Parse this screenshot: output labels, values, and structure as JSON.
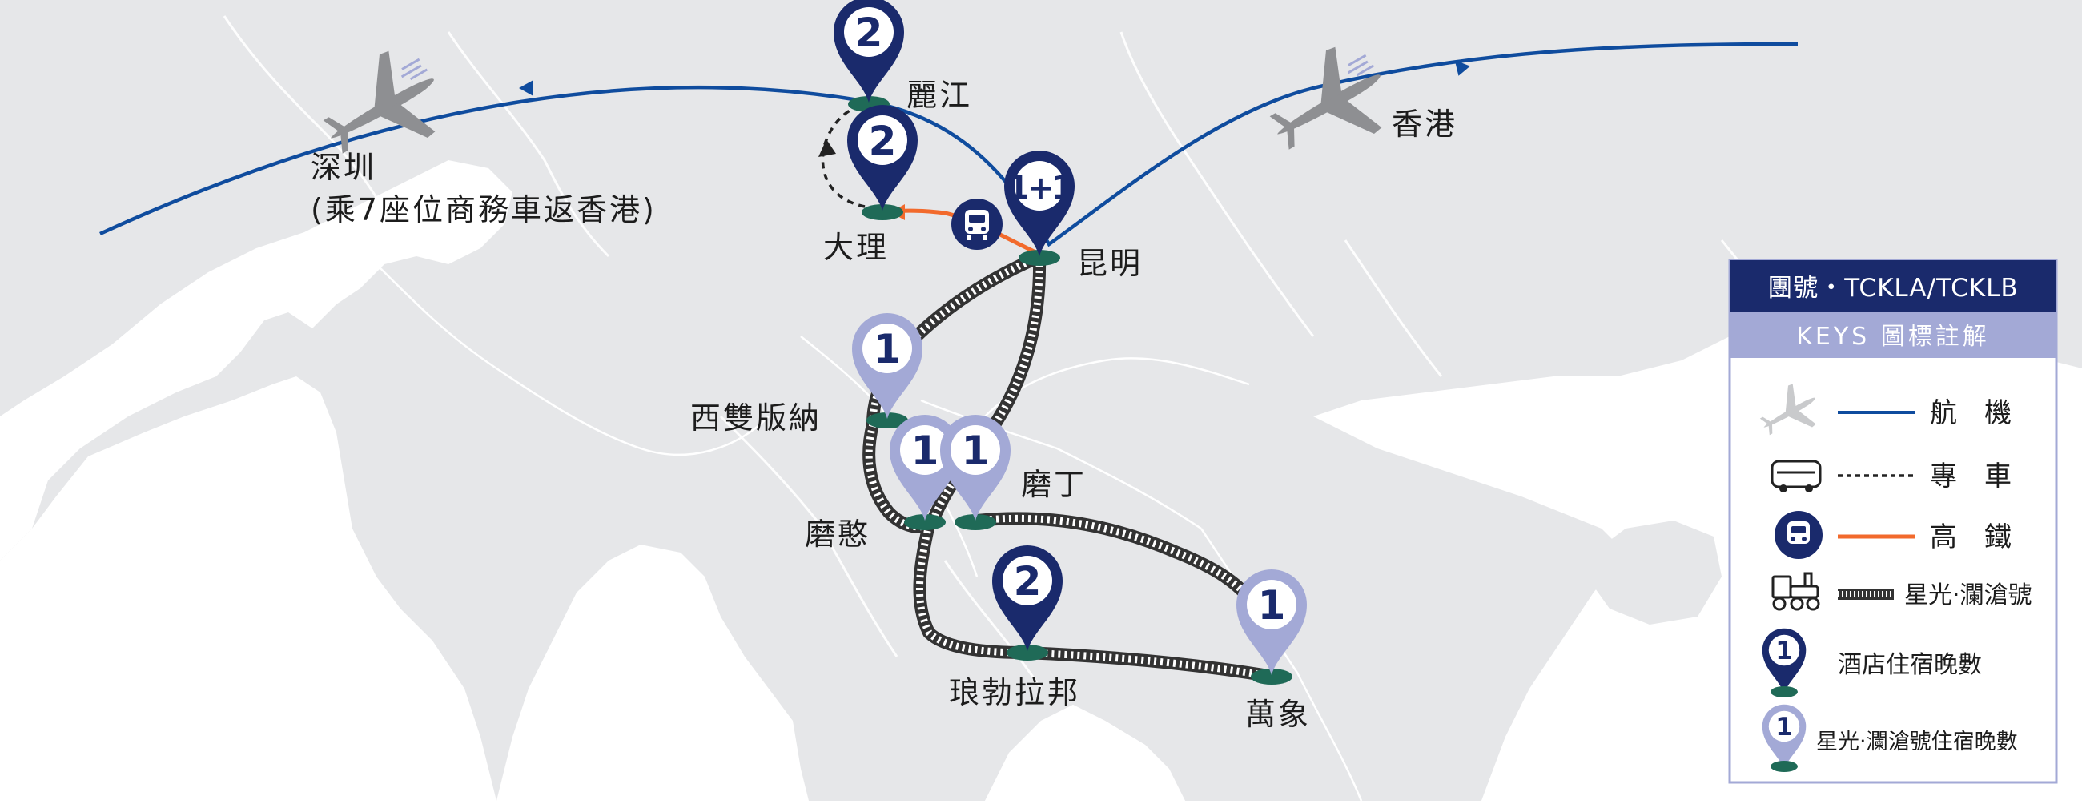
{
  "colors": {
    "land": "#e6e7e9",
    "sea": "#ffffff",
    "border": "#ffffff",
    "flight": "#0f4c9e",
    "hsr": "#f26a2c",
    "van": "#222222",
    "hotel_pin": "#1a2a6c",
    "train_pin": "#a3a9d6",
    "pin_base": "#1f6a57",
    "rail_dark": "#333333",
    "legend_header": "#1a2a6c",
    "legend_sub": "#a3a9d6",
    "legend_border": "#a3a9d6"
  },
  "cities": {
    "shenzhen": "深圳",
    "shenzhen_note": "(乘7座位商務車返香港)",
    "lijiang": "麗江",
    "dali": "大理",
    "kunming": "昆明",
    "hongkong": "香港",
    "xishuangbanna": "西雙版納",
    "mohan": "磨憨",
    "boten": "磨丁",
    "luang_prabang": "琅勃拉邦",
    "vientiane": "萬象"
  },
  "pins": {
    "lijiang": "2",
    "dali": "2",
    "kunming": "1+1",
    "xishuangbanna": "1",
    "mohan": "1",
    "boten": "1",
    "luang_prabang": "2",
    "vientiane": "1"
  },
  "legend": {
    "group_code": "團號・TCKLA/TCKLB",
    "title": "KEYS 圖標註解",
    "flight": "航　機",
    "van": "專　車",
    "hsr": "高　鐵",
    "train": "星光‧瀾滄號",
    "hotel_nights": "酒店住宿晚數",
    "train_nights": "星光‧瀾滄號住宿晚數",
    "hotel_sample": "1",
    "train_sample": "1"
  },
  "icons": [
    "airplane-icon",
    "van-icon",
    "train-icon",
    "steam-locomotive-icon",
    "map-pin-icon"
  ]
}
